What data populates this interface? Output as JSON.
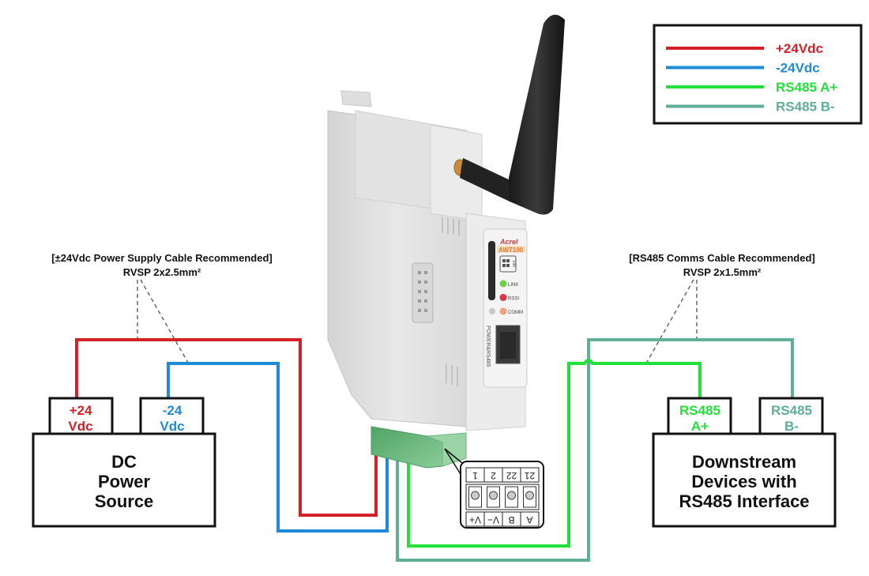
{
  "colors": {
    "pos24": "#d42027",
    "neg24": "#1f8ad6",
    "rs485a": "#22e03a",
    "rs485b": "#5fae96",
    "black": "#111111",
    "dashed": "#666666",
    "device_body": "#e6e6e6",
    "terminal_green": "#5fb478"
  },
  "legend": {
    "items": [
      {
        "key": "pos24",
        "label": "+24Vdc"
      },
      {
        "key": "neg24",
        "label": "-24Vdc"
      },
      {
        "key": "rs485a",
        "label": "RS485 A+"
      },
      {
        "key": "rs485b",
        "label": "RS485 B-"
      }
    ]
  },
  "annotations": {
    "power_cable": {
      "line1": "[±24Vdc Power Supply Cable Recommended]",
      "line2": "RVSP 2x2.5mm²"
    },
    "comms_cable": {
      "line1": "[RS485 Comms Cable Recommended]",
      "line2": "RVSP 2x1.5mm²"
    }
  },
  "power_source": {
    "title_lines": [
      "DC",
      "Power",
      "Source"
    ],
    "terminals": [
      {
        "key": "pos24",
        "lines": [
          "+24",
          "Vdc"
        ]
      },
      {
        "key": "neg24",
        "lines": [
          "-24",
          "Vdc"
        ]
      }
    ]
  },
  "downstream": {
    "title_lines": [
      "Downstream",
      "Devices with",
      "RS485 Interface"
    ],
    "terminals": [
      {
        "key": "rs485a",
        "lines": [
          "RS485",
          "A+"
        ]
      },
      {
        "key": "rs485b",
        "lines": [
          "RS485",
          "B-"
        ]
      }
    ]
  },
  "device": {
    "brand": "Acrel",
    "model": "AWT100",
    "sim_label": "SIM",
    "leds": [
      {
        "label": "LINK",
        "color": "#6fcf4a"
      },
      {
        "label": "RSSI",
        "color": "#e0334a"
      },
      {
        "label": "COMM",
        "color": "#f0a27a"
      }
    ],
    "side_label": "POWER&RS485"
  },
  "terminal_inset": {
    "numbers": [
      "1",
      "2",
      "22",
      "21"
    ],
    "signals": [
      "V+",
      "V−",
      "B",
      "A"
    ]
  }
}
